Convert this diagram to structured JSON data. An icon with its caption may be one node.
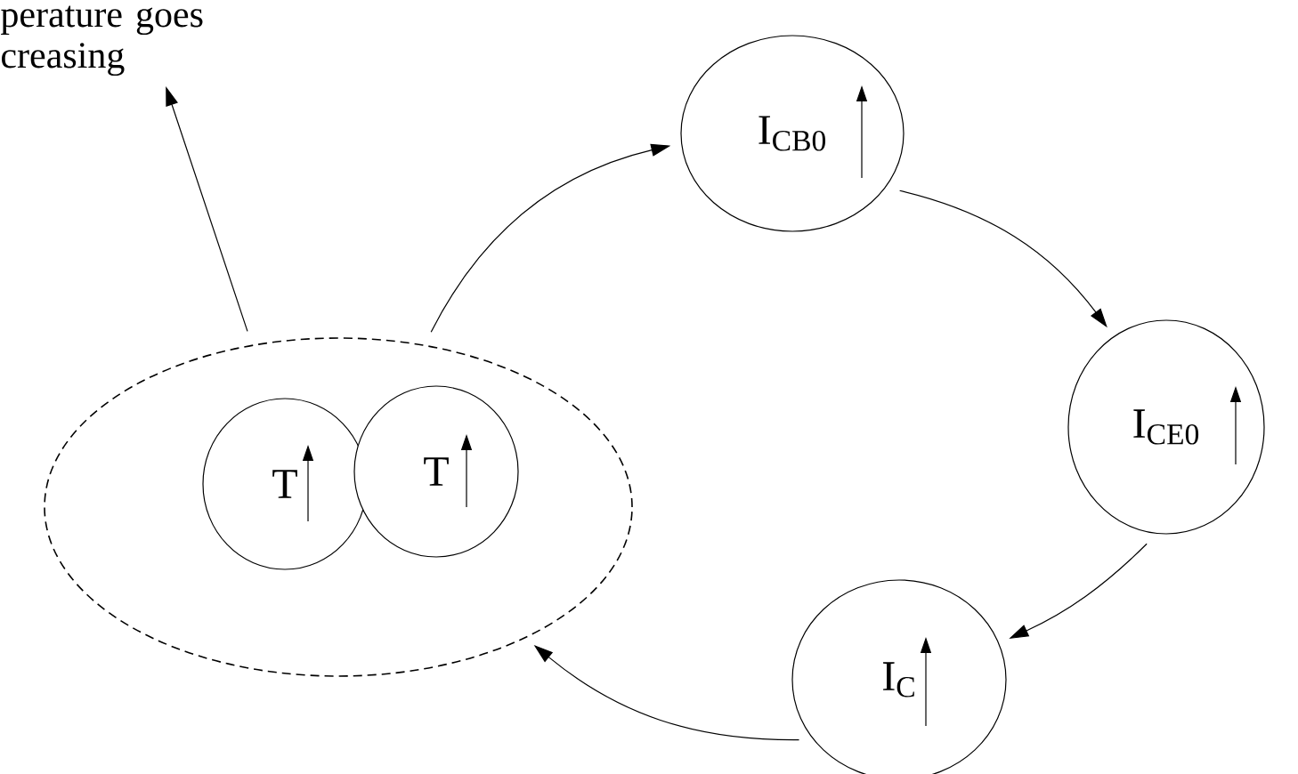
{
  "diagram": {
    "nodes": [
      {
        "text": [
          "perature goes creasing"
        ]
      },
      {
        "text": [],
        "shape": "ellipse"
      },
      {
        "text": [
          "T"
        ],
        "in": 1
      },
      {
        "text": [
          "T"
        ],
        "in": 1
      },
      {
        "text": [
          "I$_{CB0}$"
        ]
      },
      {
        "text": [
          "I$_{CE0}$"
        ]
      },
      {
        "text": [
          "I$_{C}$"
        ]
      }
    ],
    "edges": [
      {
        "from": 1,
        "to": 0,
        "arrow": "to"
      },
      {
        "from": 1,
        "to": 4,
        "arrow": "to"
      },
      {
        "from": 4,
        "to": 5,
        "arrow": "to"
      },
      {
        "from": 5,
        "to": 6,
        "arrow": "to"
      },
      {
        "from": 6,
        "to": 1,
        "arrow": "to"
      }
    ]
  }
}
